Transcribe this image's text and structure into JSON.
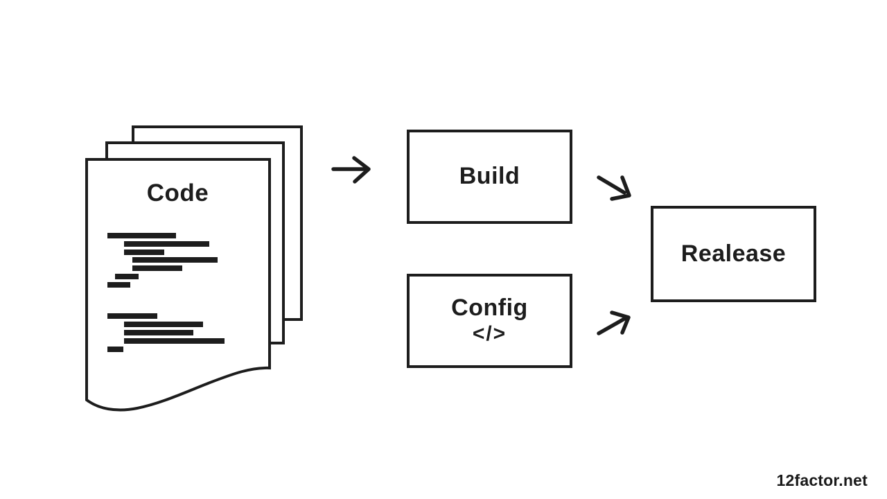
{
  "diagram": {
    "code_document": {
      "title": "Code"
    },
    "build_box": {
      "label": "Build"
    },
    "config_box": {
      "label": "Config",
      "code_symbol": "</>"
    },
    "release_box": {
      "label": "Realease"
    },
    "footer": {
      "label": "12factor.net"
    },
    "colors": {
      "ink": "#1d1d1d",
      "background": "#ffffff"
    }
  }
}
